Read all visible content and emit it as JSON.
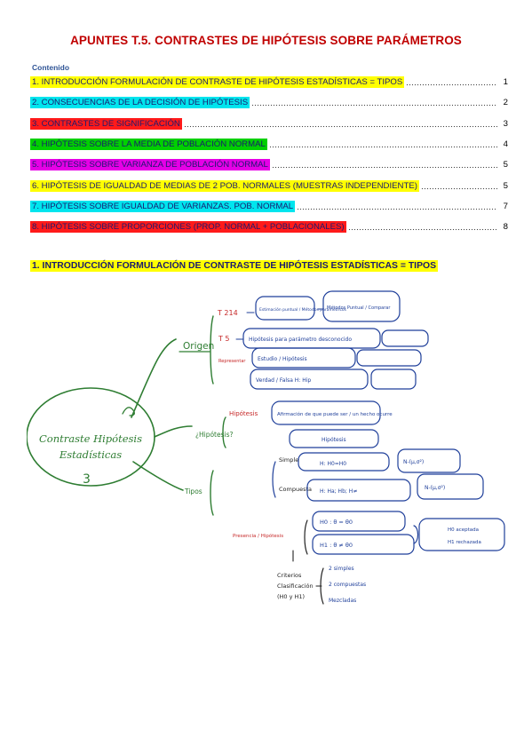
{
  "title": "APUNTES T.5.  CONTRASTES DE HIPÓTESIS SOBRE PARÁMETROS",
  "toc": {
    "heading": "Contenido",
    "entries": [
      {
        "text": "1. INTRODUCCIÓN FORMULACIÓN DE CONTRASTE DE HIPÓTESIS ESTADÍSTICAS = TIPOS",
        "page": "1",
        "highlight": "#ffff00",
        "color": "#1a1a6e"
      },
      {
        "text": "2. CONSECUENCIAS DE LA DECISIÓN DE HIPÓTESIS",
        "page": "2",
        "highlight": "#00e5ee",
        "color": "#1a1a6e"
      },
      {
        "text": "3. CONTRASTES DE SIGNIFICACIÓN",
        "page": "3",
        "highlight": "#ff1a1a",
        "color": "#1a1a6e"
      },
      {
        "text": "4. HIPÓTESIS SOBRE LA MEDIA DE POBLACIÓN NORMAL",
        "page": "4",
        "highlight": "#00d000",
        "color": "#1a1a6e"
      },
      {
        "text": "5. HIPÓTESIS SOBRE VARIANZA DE POBLACIÓN NORMAL",
        "page": "5",
        "highlight": "#e600e6",
        "color": "#1a1a6e"
      },
      {
        "text": "6. HIPÓTESIS DE IGUALDAD DE MEDIAS DE 2 POB. NORMALES (MUESTRAS INDEPENDIENTE)",
        "page": "5",
        "highlight": "#ffff00",
        "color": "#1a1a6e"
      },
      {
        "text": "7. HIPÓTESIS SOBRE IGUALDAD DE VARIANZAS. POB. NORMAL",
        "page": "7",
        "highlight": "#00e5ee",
        "color": "#1a1a6e"
      },
      {
        "text": "8. HIPÓTESIS SOBRE PROPORCIONES (PROP. NORMAL + POBLACIONALES)",
        "page": "8",
        "highlight": "#ff1a1a",
        "color": "#1a1a6e"
      }
    ]
  },
  "section": {
    "heading": "1. INTRODUCCIÓN FORMULACIÓN DE CONTRASTE DE HIPÓTESIS ESTADÍSTICAS = TIPOS"
  },
  "mindmap": {
    "center_line1": "Contraste Hipótesis",
    "center_line2": "Estadísticas",
    "center_number": "3",
    "branch_origen": "Origen",
    "branch_que": "¿Hipótesis?",
    "branch_tipos": "Tipos",
    "t214": "T 214",
    "t214_box": "Estimación puntual / Métodos paramétricos",
    "t214_right": "Métodos Puntual / Comparar",
    "t5": "T 5",
    "t5_box": "Hipótesis para parámetro desconocido",
    "representar": "Representar",
    "representar_box": "Estudio / Hipótesis",
    "formula": "Verdad / Falsa  H: Hip",
    "hipotesis_label": "Hipótesis",
    "hipotesis_box": "Afirmación de que puede ser / un hecho ocurre",
    "hipotesis_box2": "Hipótesis",
    "simple": "Simple",
    "simple_box": "H: H0=H0",
    "compuesta": "Compuesta",
    "compuesta_box": "H: Ha; Hb; H≠",
    "normal1": "N-(μ,σ²)",
    "normal2": "N-(μ,σ²)",
    "presencia": "Presencia / Hipótesis",
    "h_zero": "H0 : θ = θ0",
    "h_one": "H1 : θ ≠ θ0",
    "hipotesis_right1": "H0 aceptada",
    "hipotesis_right2": "H1 rechazada",
    "criterios_1": "Criterios",
    "criterios_2": "Clasificación",
    "criterios_3": "(H0 y H1)",
    "crit_opt1": "2 simples",
    "crit_opt2": "2 compuestas",
    "crit_opt3": "Mezcladas"
  },
  "colors": {
    "title": "#c00000",
    "ink_green": "#2e7d32",
    "ink_blue": "#1f3f9a",
    "ink_red": "#c62828",
    "ink_purple": "#7b1fa2",
    "ink_black": "#222222"
  }
}
